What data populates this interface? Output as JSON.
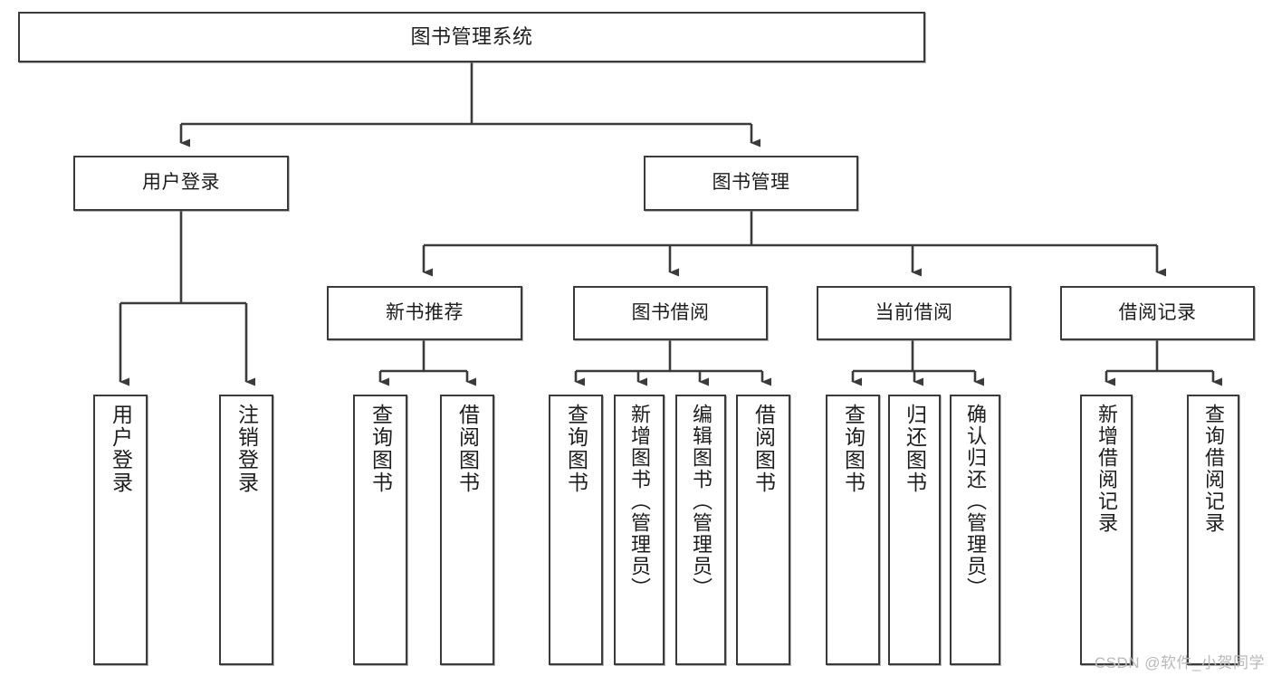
{
  "diagram": {
    "title": "图书管理系统",
    "type": "tree",
    "watermark": "CSDN @软件_小贺同学",
    "colors": {
      "box_border": "#3b3b3b",
      "box_fill": "#ffffff",
      "line": "#3b3b3b",
      "text": "#1d1d1d",
      "watermark": "#b9b9b9"
    },
    "nodes": {
      "root": {
        "label": "图书管理系统"
      },
      "level1": [
        {
          "id": "user-login",
          "label": "用户登录"
        },
        {
          "id": "book-manage",
          "label": "图书管理"
        }
      ],
      "level2": [
        {
          "id": "new-book-recommend",
          "label": "新书推荐"
        },
        {
          "id": "book-borrow",
          "label": "图书借阅"
        },
        {
          "id": "current-borrow",
          "label": "当前借阅"
        },
        {
          "id": "borrow-record",
          "label": "借阅记录"
        }
      ],
      "leaves": {
        "user-login": [
          {
            "id": "leaf-user-login",
            "label": "用户登录"
          },
          {
            "id": "leaf-logout-login",
            "label": "注销登录"
          }
        ],
        "new-book-recommend": [
          {
            "id": "leaf-query-book-1",
            "label": "查询图书"
          },
          {
            "id": "leaf-borrow-book-1",
            "label": "借阅图书"
          }
        ],
        "book-borrow": [
          {
            "id": "leaf-query-book-2",
            "label": "查询图书"
          },
          {
            "id": "leaf-add-book",
            "label": "新增图书（管理员）"
          },
          {
            "id": "leaf-edit-book",
            "label": "编辑图书（管理员）"
          },
          {
            "id": "leaf-borrow-book-2",
            "label": "借阅图书"
          }
        ],
        "current-borrow": [
          {
            "id": "leaf-query-book-3",
            "label": "查询图书"
          },
          {
            "id": "leaf-return-book",
            "label": "归还图书"
          },
          {
            "id": "leaf-confirm-return",
            "label": "确认归还（管理员）"
          }
        ],
        "borrow-record": [
          {
            "id": "leaf-add-record",
            "label": "新增借阅记录"
          },
          {
            "id": "leaf-query-record",
            "label": "查询借阅记录"
          }
        ]
      }
    }
  }
}
